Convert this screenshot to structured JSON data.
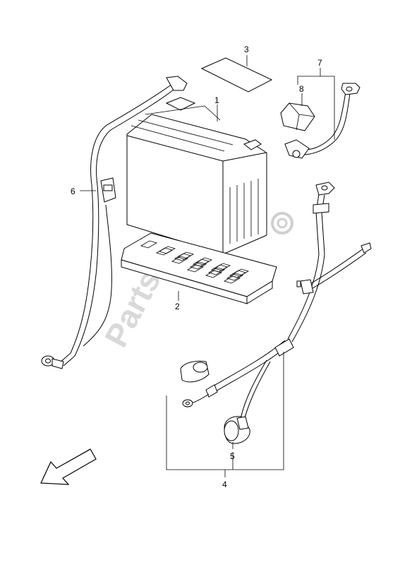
{
  "watermark": {
    "text": "PartsRepublik"
  },
  "callouts": {
    "c1": "1",
    "c2": "2",
    "c3": "3",
    "c4": "4",
    "c5": "5",
    "c6": "6",
    "c7": "7",
    "c8": "8"
  },
  "colors": {
    "line": "#000000",
    "watermark": "#d9d9d9",
    "background": "#ffffff"
  },
  "icons": {
    "direction": "front-direction-arrow-icon",
    "watermark_gear": "gear-icon"
  }
}
